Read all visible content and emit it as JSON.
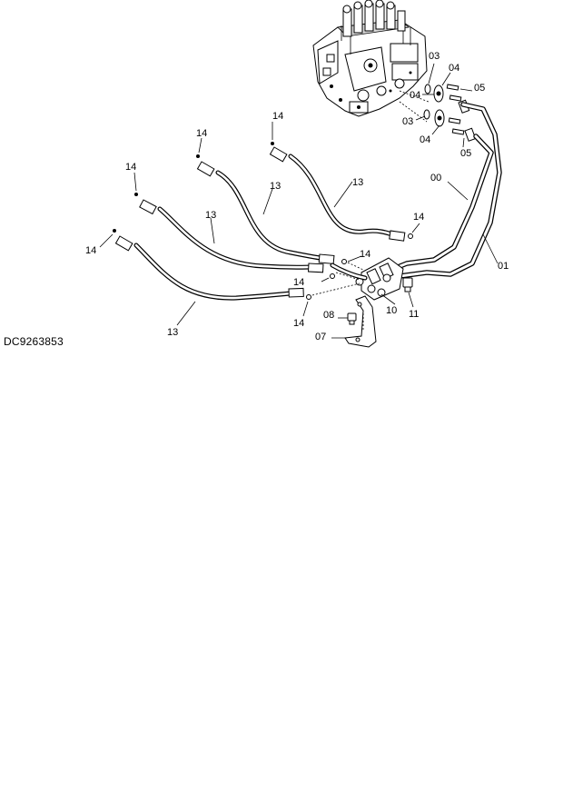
{
  "drawing": {
    "id": "DC9263853"
  },
  "callouts": {
    "c00": "00",
    "c01": "01",
    "c03a": "03",
    "c03b": "03",
    "c04a": "04",
    "c04b": "04",
    "c04c": "04",
    "c05a": "05",
    "c05b": "05",
    "c07": "07",
    "c08": "08",
    "c10": "10",
    "c11": "11",
    "c13a": "13",
    "c13b": "13",
    "c13c": "13",
    "c13d": "13",
    "c14a": "14",
    "c14b": "14",
    "c14c": "14",
    "c14d": "14",
    "c14e": "14",
    "c14f": "14",
    "c14g": "14",
    "c14h": "14"
  }
}
